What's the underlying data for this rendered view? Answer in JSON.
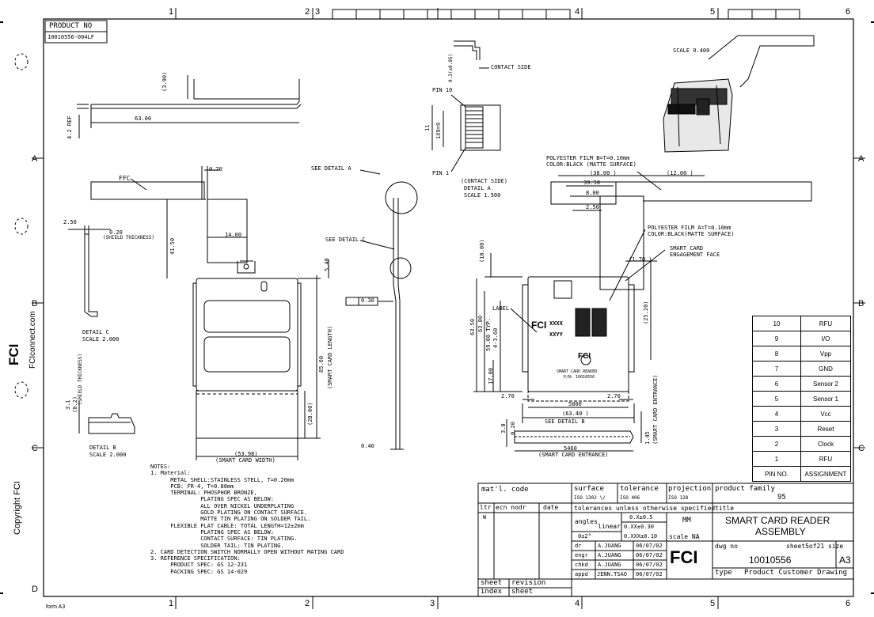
{
  "zones": {
    "top": [
      "1",
      "2",
      "3",
      "4",
      "5",
      "6"
    ],
    "bottom": [
      "1",
      "2",
      "3",
      "4",
      "5",
      "6"
    ],
    "left": [
      "A",
      "B",
      "C",
      "D"
    ],
    "right": [
      "A",
      "B",
      "C"
    ]
  },
  "side": {
    "fci": "FCI",
    "url": "FCIconnect.com",
    "copyright": "Copyright FCI",
    "form": "form A3"
  },
  "product_no": {
    "label": "PRODUCT NO",
    "value": "10010556-004LF"
  },
  "top_view": {
    "d3_90": "(3.90)",
    "d63_00": "63.00",
    "d4_2": "4.2 REF"
  },
  "left_view": {
    "ffc": "FFC",
    "d0_70": "0.70",
    "d41_50": "41.50",
    "d14_00": "14.00",
    "d5_40": "5.40",
    "flatness": "0.30",
    "d85_60": "85.60",
    "smart_len": "(SMART CARD LENGTH)",
    "d28_00": "(28.00)",
    "d53_98": "(53.98)",
    "smart_width": "(SMART CARD WIDTH)",
    "d0_40": "0.40",
    "see_detail_a": "SEE DETAIL  A",
    "see_detail_c": "SEE DETAIL  C"
  },
  "detail_c": {
    "d2_50": "2.50",
    "d0_20": "0.20",
    "shield": "(SHIELD THICKNESS)",
    "title": "DETAIL  C",
    "scale": "SCALE  2.000"
  },
  "detail_b": {
    "d3_1": "3.1",
    "d0_2": "(0.2)",
    "shield": "(SHIELD THICKNESS)",
    "title": "DETAIL  B",
    "scale": "SCALE  2.000"
  },
  "detail_a": {
    "d0_3": "0.3(±0.05)",
    "contact_side": "CONTACT SIDE",
    "pin10": "PIN 10",
    "d11": "11",
    "d1x9": "1X9=9",
    "pin1": "PIN 1",
    "contact_side2": "(CONTACT SIDE)",
    "title": "DETAIL  A",
    "scale": "SCALE  1.500"
  },
  "iso": {
    "scale": "SCALE  0.400"
  },
  "main_view": {
    "film1_l1": "POLYESTER FILM B=T=0.10mm",
    "film1_l2": "COLOR:BLACK (MATTE SURFACE)",
    "d38": "(38.00 )",
    "d12": "(12.00 )",
    "d39_5": "39.50",
    "d8": "8.00",
    "d2_5": "2.50",
    "film2_l1": "POLYESTER FILM A=T=0.10mm",
    "film2_l2": "COLOR:BLACK(MATTE SURFACE)",
    "engage_l1": "SMART CARD",
    "engage_l2": "ENGAGEMENT FACE",
    "d1_7": "(1.70 )",
    "d10": "(10.00)",
    "label": "LABEL",
    "d63_5": "63.50",
    "d63": "63.00",
    "d59": "59.00 TYP.",
    "d4_36": "4-3.60",
    "d17": "17.00",
    "d25_2": "(25.20)",
    "d2_7a": "2.70",
    "d2_7b": "2.70",
    "d58": "5800",
    "d63_4": "(63.40 )",
    "card_l1": "SMART CARD READER",
    "card_l2": "P/N: 10010556",
    "logo": "FCI",
    "xxxx": "XXXX",
    "xxyy": "XXYY",
    "see_b": "SEE DETAIL  B",
    "d3": "3.0",
    "d0_2": "0.20",
    "d54_6": "5460",
    "entrance": "(SMART CARD ENTRANCE)",
    "d1_45": "1.45",
    "entrance_v": "(SMART CARD ENTRANCE)"
  },
  "pin_table": {
    "rows": [
      {
        "n": "10",
        "a": "RFU"
      },
      {
        "n": "9",
        "a": "I/O"
      },
      {
        "n": "8",
        "a": "Vpp"
      },
      {
        "n": "7",
        "a": "GND"
      },
      {
        "n": "6",
        "a": "Sensor 2"
      },
      {
        "n": "5",
        "a": "Sensor 1"
      },
      {
        "n": "4",
        "a": "Vcc"
      },
      {
        "n": "3",
        "a": "Reset"
      },
      {
        "n": "2",
        "a": "Clock"
      },
      {
        "n": "1",
        "a": "RFU"
      }
    ],
    "head_no": "PIN NO.",
    "head_assign": "ASSIGNMENT"
  },
  "notes": [
    "NOTES:",
    "1. Material:",
    "      METAL SHELL:STAINLESS STELL, T=0.20mm",
    "      PCB: FR-4, T=0.80mm",
    "      TERMINAL: PHOSPHOR BRONZE,",
    "               PLATING SPEC AS BELOW:",
    "               ALL OVER NICKEL UNDERPLATING",
    "               GOLD PLATING ON CONTACT SURFACE.",
    "               MATTE TIN PLATING ON SOLDER TAIL.",
    "      FLEXIBLE FLAT CABLE: TOTAL LENGTH=12±2mm",
    "               PLATING SPEC AS BELOW:",
    "               CONTACT SURFACE: TIN PLATING.",
    "               SOLDER TAIL: TIN PLATING.",
    "2. CARD DETECTION SWITCH NORMALLY OPEN WITHOUT MATING CARD",
    "3. REFERENCE SPECIFICATION:",
    "      PRODUCT SPEC: GS 12-231",
    "      PACKING SPEC: GS 14-029"
  ],
  "title_block": {
    "matl": "mat'l. code",
    "surface": "surface",
    "surface_v": "ISO 1302 \\/",
    "tol": "tolerance",
    "tol_v": "ISO 406",
    "proj": "projection",
    "proj_v": "ISO 128",
    "pf": "product family",
    "pf_v": "95",
    "ltr": "ltr",
    "ecn": "ecn  nodr",
    "date": "date",
    "w": "W",
    "tol_unless": "tolerances unless otherwise specified",
    "title_lbl": "title",
    "angles": "angles",
    "linear": "linear",
    "x05": "0.X±0.5",
    "xx03": "0.XX±0.30",
    "xxx01": "0.XXX±0.10",
    "ang": "0±2°",
    "mm": "MM",
    "scale": "scale NA",
    "title1": "SMART CARD READER",
    "title2": "ASSEMBLY",
    "dr": "dr",
    "engr": "engr",
    "chkd": "chkd",
    "appd": "appd",
    "dr_n": "A.JUANG",
    "engr_n": "A.JUANG",
    "chkd_n": "A.JUANG",
    "appd_n": "JENN.TSAO",
    "date_v": "06/07/02",
    "dwg": "dwg no",
    "sheet": "sheet5of21 size",
    "dwg_v": "10010556",
    "size_v": "A3",
    "type_lbl": "type",
    "type_v": "Product  Customer  Drawing",
    "sheet_lbl": "sheet",
    "rev_lbl": "revision",
    "index_lbl": "index",
    "sheet2_lbl": "sheet",
    "logo": "FCI"
  }
}
